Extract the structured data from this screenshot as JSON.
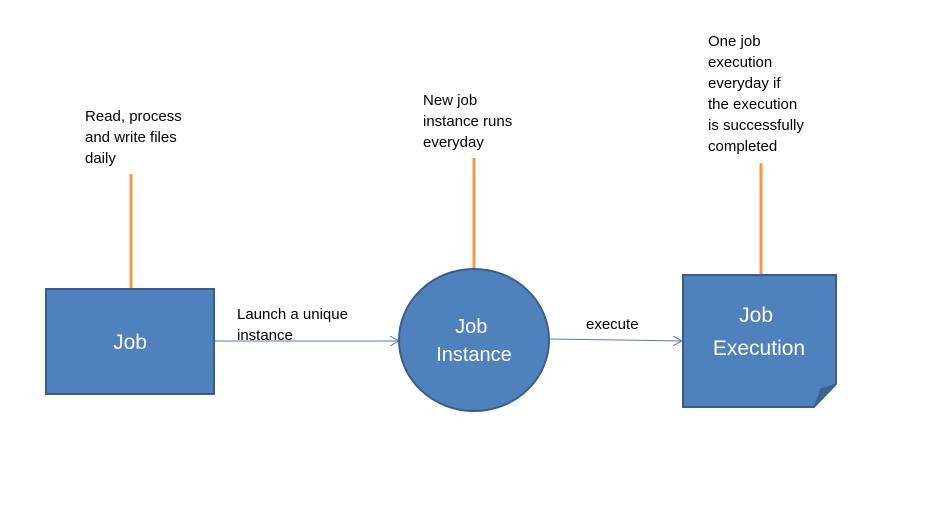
{
  "notes": {
    "job": [
      "Read, process",
      "and write files",
      "daily"
    ],
    "instance": [
      "New job",
      "instance runs",
      "everyday"
    ],
    "execution": [
      "One job",
      "execution",
      "everyday if",
      "the execution",
      "is successfully",
      "completed"
    ]
  },
  "nodes": {
    "job": [
      "Job"
    ],
    "instance": [
      "Job",
      "Instance"
    ],
    "execution": [
      "Job",
      "Execution"
    ]
  },
  "edges": {
    "launch": [
      "Launch a unique",
      "instance"
    ],
    "execute": [
      "execute"
    ]
  },
  "colors": {
    "shape_fill": "#4f81bd",
    "shape_stroke": "#385d8a",
    "connector": "#f79646",
    "arrow": "#4a7ebb",
    "shape_text": "#ffffff",
    "note_text": "#000000"
  }
}
